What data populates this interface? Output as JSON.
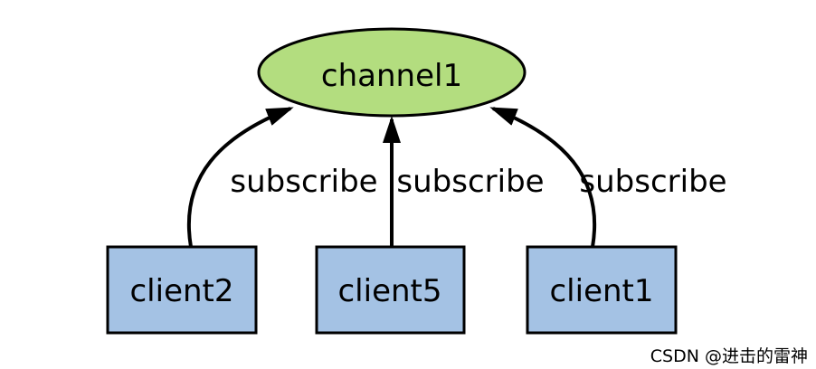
{
  "diagram": {
    "channel": {
      "label": "channel1"
    },
    "clients": [
      {
        "label": "client2"
      },
      {
        "label": "client5"
      },
      {
        "label": "client1"
      }
    ],
    "edges": [
      {
        "from": "client2",
        "to": "channel1",
        "label": "subscribe"
      },
      {
        "from": "client5",
        "to": "channel1",
        "label": "subscribe"
      },
      {
        "from": "client1",
        "to": "channel1",
        "label": "subscribe"
      }
    ]
  },
  "watermark": {
    "text": "CSDN @进击的雷神"
  },
  "colors": {
    "background": "#ffffff",
    "channel_fill": "#b3dd7f",
    "client_fill": "#a4c2e4",
    "line": "#000000",
    "watermark": "#c9c9c9"
  }
}
